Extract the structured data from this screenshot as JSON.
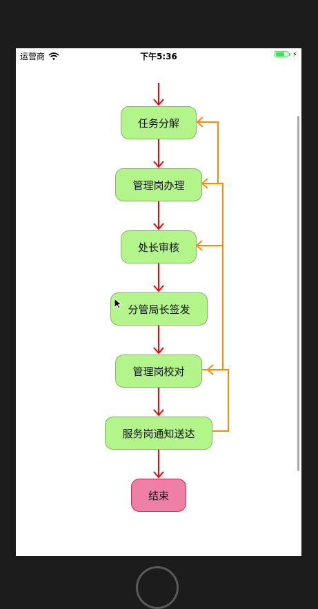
{
  "status_bar": {
    "carrier": "运营商",
    "time": "下午5:36",
    "wifi_icon": "wifi-icon",
    "battery_icon": "battery-icon",
    "charging_icon": "bolt-icon"
  },
  "flow": {
    "nodes": [
      {
        "id": "task-split",
        "label": "任务分解"
      },
      {
        "id": "management-handle",
        "label": "管理岗办理"
      },
      {
        "id": "section-review",
        "label": "处长审核"
      },
      {
        "id": "bureau-sign",
        "label": "分管局长签发"
      },
      {
        "id": "management-proofread",
        "label": "管理岗校对"
      },
      {
        "id": "service-notify",
        "label": "服务岗通知送达"
      },
      {
        "id": "end",
        "label": "结束"
      }
    ],
    "colors": {
      "main_arrow": "#ff0000",
      "return_arrow": "#ff8a00",
      "node_fill": "#b3f58a",
      "node_border": "#82b366",
      "end_fill": "#ee7fa6",
      "end_border": "#d6204c"
    }
  }
}
